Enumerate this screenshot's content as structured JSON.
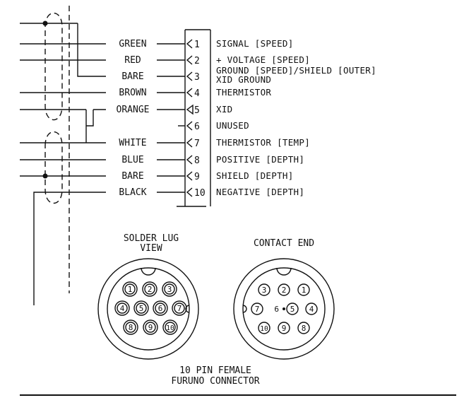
{
  "wires": [
    {
      "pin": "1",
      "color": "GREEN",
      "description": "SIGNAL [SPEED]"
    },
    {
      "pin": "2",
      "color": "RED",
      "description": "+ VOLTAGE [SPEED]"
    },
    {
      "pin": "3",
      "color": "BARE",
      "description": "GROUND [SPEED]/SHIELD [OUTER]",
      "description2": "XID GROUND"
    },
    {
      "pin": "4",
      "color": "BROWN",
      "description": "THERMISTOR"
    },
    {
      "pin": "5",
      "color": "ORANGE",
      "description": "XID"
    },
    {
      "pin": "6",
      "color": "",
      "description": "UNUSED"
    },
    {
      "pin": "7",
      "color": "WHITE",
      "description": "THERMISTOR [TEMP]"
    },
    {
      "pin": "8",
      "color": "BLUE",
      "description": "POSITIVE [DEPTH]"
    },
    {
      "pin": "9",
      "color": "BARE",
      "description": "SHIELD [DEPTH]"
    },
    {
      "pin": "10",
      "color": "BLACK",
      "description": "NEGATIVE [DEPTH]"
    }
  ],
  "views": {
    "solder_title_line1": "SOLDER LUG",
    "solder_title_line2": "VIEW",
    "contact_title": "CONTACT END"
  },
  "connector": {
    "caption_line1": "10 PIN FEMALE",
    "caption_line2": "FURUNO CONNECTOR"
  }
}
